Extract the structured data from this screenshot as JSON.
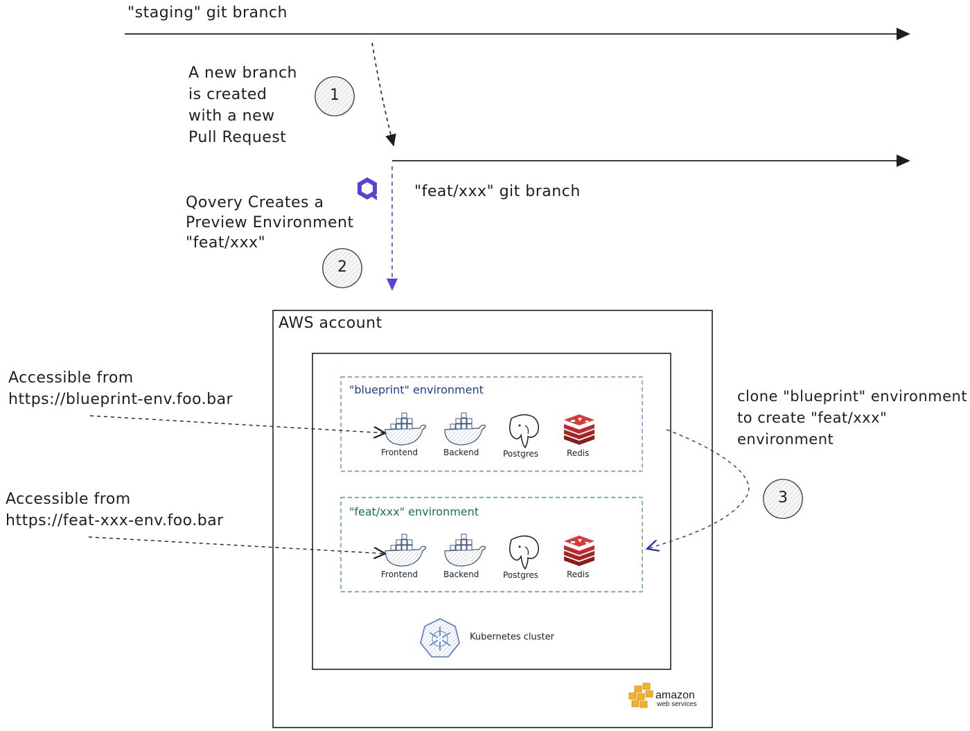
{
  "staging_branch_label": "\"staging\" git branch",
  "feat_branch_label": "\"feat/xxx\" git branch",
  "step1": {
    "number": "1",
    "lines": [
      "A new branch",
      "is created",
      "with a new",
      "Pull Request"
    ]
  },
  "step2": {
    "number": "2",
    "lines": [
      "Qovery Creates a",
      "Preview Environment",
      "\"feat/xxx\""
    ]
  },
  "step3": {
    "number": "3",
    "lines": [
      "clone \"blueprint\" environment",
      "to create \"feat/xxx\"",
      "environment"
    ]
  },
  "aws_account_label": "AWS account",
  "blueprint_env": {
    "title": "\"blueprint\" environment",
    "services": [
      "Frontend",
      "Backend",
      "Postgres",
      "Redis"
    ],
    "access_lines": [
      "Accessible from",
      "https://blueprint-env.foo.bar"
    ]
  },
  "feat_env": {
    "title": "\"feat/xxx\" environment",
    "services": [
      "Frontend",
      "Backend",
      "Postgres",
      "Redis"
    ],
    "access_lines": [
      "Accessible from",
      "https://feat-xxx-env.foo.bar"
    ]
  },
  "kubernetes_label": "Kubernetes cluster",
  "aws_logo": {
    "line1": "amazon",
    "line2": "web services"
  },
  "colors": {
    "ink": "#1e1e1e",
    "qovery_purple": "#5b3fd6",
    "blueprint_blue": "#1a3d9e",
    "feat_green": "#17783e",
    "env_border": "#4a78c2",
    "feat_border": "#2f8f5b",
    "redis_red": "#c0282d",
    "docker_blue": "#6d8db3",
    "k8s_blue": "#4d79c7",
    "aws_orange": "#f4b324"
  },
  "icons": [
    "docker-icon",
    "postgres-elephant-icon",
    "redis-icon",
    "kubernetes-icon",
    "qovery-icon",
    "aws-logo"
  ]
}
